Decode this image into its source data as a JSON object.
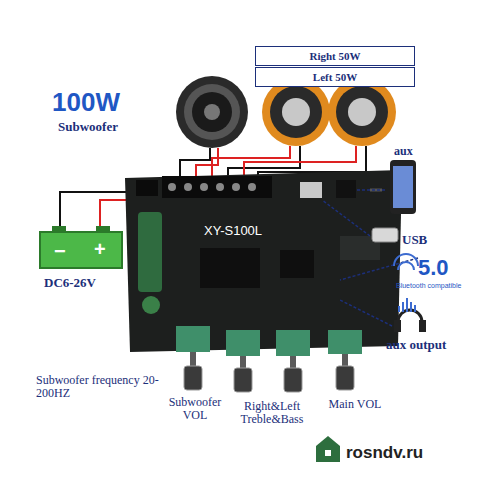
{
  "diagram": {
    "nodes": [
      {
        "text": [
          "Right 50W"
        ]
      },
      {
        "text": [
          "Left 50W"
        ]
      }
    ],
    "labels": [
      "100W",
      "Subwoofer",
      "aux",
      "USB",
      "5.0",
      "Bluetooth compatible",
      "aux output",
      "XY-S100L",
      "−",
      "+",
      "DC6-26V",
      "Subwoofer frequency 20-200HZ",
      "Subwoofer VOL",
      "Right&Left Treble&Bass",
      "Main VOL",
      "rosndv.ru"
    ]
  }
}
